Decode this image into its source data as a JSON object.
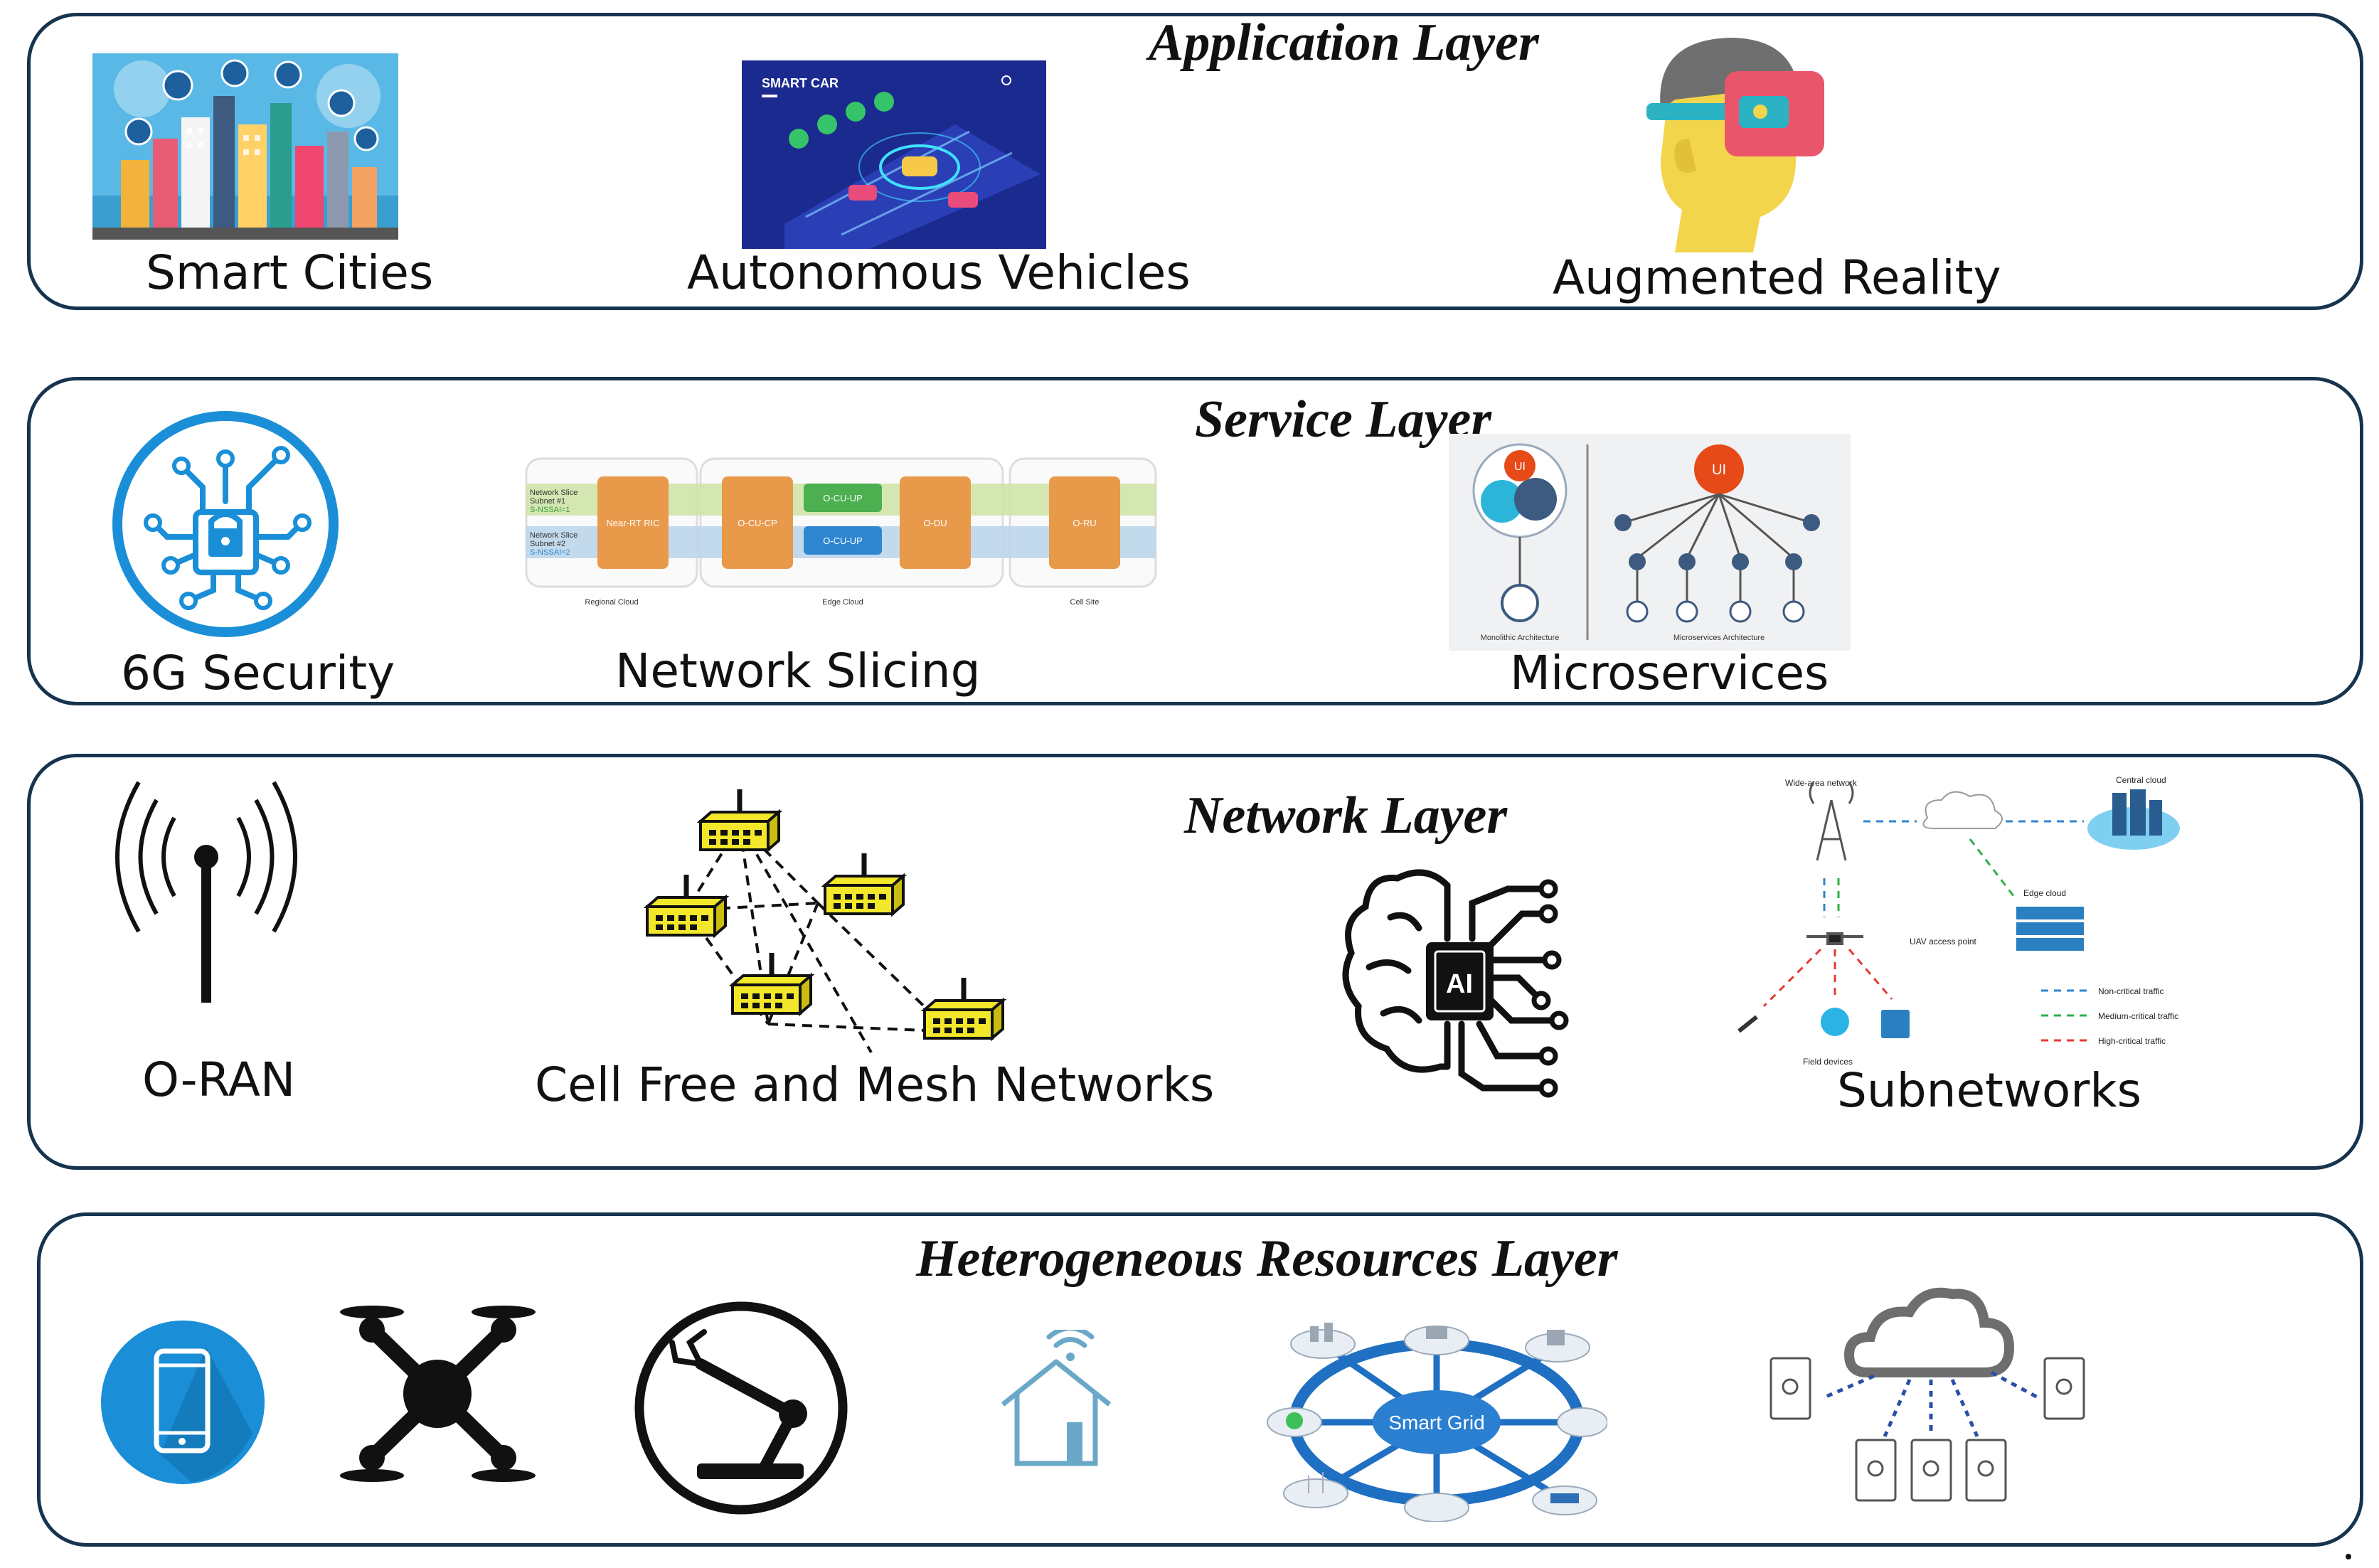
{
  "layers": [
    {
      "title": "Application Layer",
      "items": [
        {
          "label": "Smart Cities",
          "icon": "smart-city-icon"
        },
        {
          "label": "Autonomous Vehicles",
          "icon": "smart-car-icon",
          "screen_text": "SMART CAR"
        },
        {
          "label": "Augmented Reality",
          "icon": "vr-headset-icon"
        }
      ]
    },
    {
      "title": "Service Layer",
      "items": [
        {
          "label": "6G Security",
          "icon": "security-lock-icon"
        },
        {
          "label": "Network Slicing",
          "icon": "network-slicing-diagram",
          "texts": {
            "slice1": [
              "Network Slice",
              "Subnet #1",
              "S-NSSAI=1"
            ],
            "slice2": [
              "Network Slice",
              "Subnet #2",
              "S-NSSAI=2"
            ],
            "near_rt_ric": "Near-RT RIC",
            "o_cu_cp": "O-CU-CP",
            "o_cu_up_1": "O-CU-UP",
            "o_cu_up_2": "O-CU-UP",
            "o_du": "O-DU",
            "o_ru": "O-RU",
            "regional_cloud": "Regional Cloud",
            "edge_cloud": "Edge Cloud",
            "cell_site": "Cell Site"
          }
        },
        {
          "label": "Microservices",
          "icon": "microservices-diagram",
          "texts": {
            "ui_small": "UI",
            "ui_large": "UI",
            "monolithic": "Monolithic Architecture",
            "microservice": "Microservices Architecture"
          }
        }
      ]
    },
    {
      "title": "Network Layer",
      "items": [
        {
          "label": "O-RAN",
          "icon": "antenna-icon"
        },
        {
          "label": "Cell Free and Mesh Networks",
          "icon": "mesh-network-icon"
        },
        {
          "label": "",
          "icon": "ai-brain-icon",
          "chip_text": "AI"
        },
        {
          "label": "Subnetworks",
          "icon": "subnetworks-diagram",
          "texts": {
            "wan": "Wide-area network",
            "central_cloud": "Central cloud",
            "edge_cloud": "Edge cloud",
            "uav": "UAV access point",
            "field_devices": "Field devices",
            "non_critical": "Non-critical traffic",
            "medium_critical": "Medium-critical traffic",
            "high_critical": "High-critical traffic"
          }
        }
      ]
    },
    {
      "title": "Heterogeneous Resources Layer",
      "items": [
        {
          "label": "",
          "icon": "smartphone-icon"
        },
        {
          "label": "",
          "icon": "drone-icon"
        },
        {
          "label": "",
          "icon": "robot-arm-icon"
        },
        {
          "label": "",
          "icon": "smart-home-icon"
        },
        {
          "label": "",
          "icon": "smart-grid-icon",
          "hub_text": "Smart Grid"
        },
        {
          "label": "",
          "icon": "cloud-devices-icon"
        }
      ]
    }
  ],
  "colors": {
    "border": "#17344f",
    "blue": "#1a8fd8",
    "orange": "#e8994a",
    "yellow": "#f2e72a",
    "red": "#e64a19"
  }
}
